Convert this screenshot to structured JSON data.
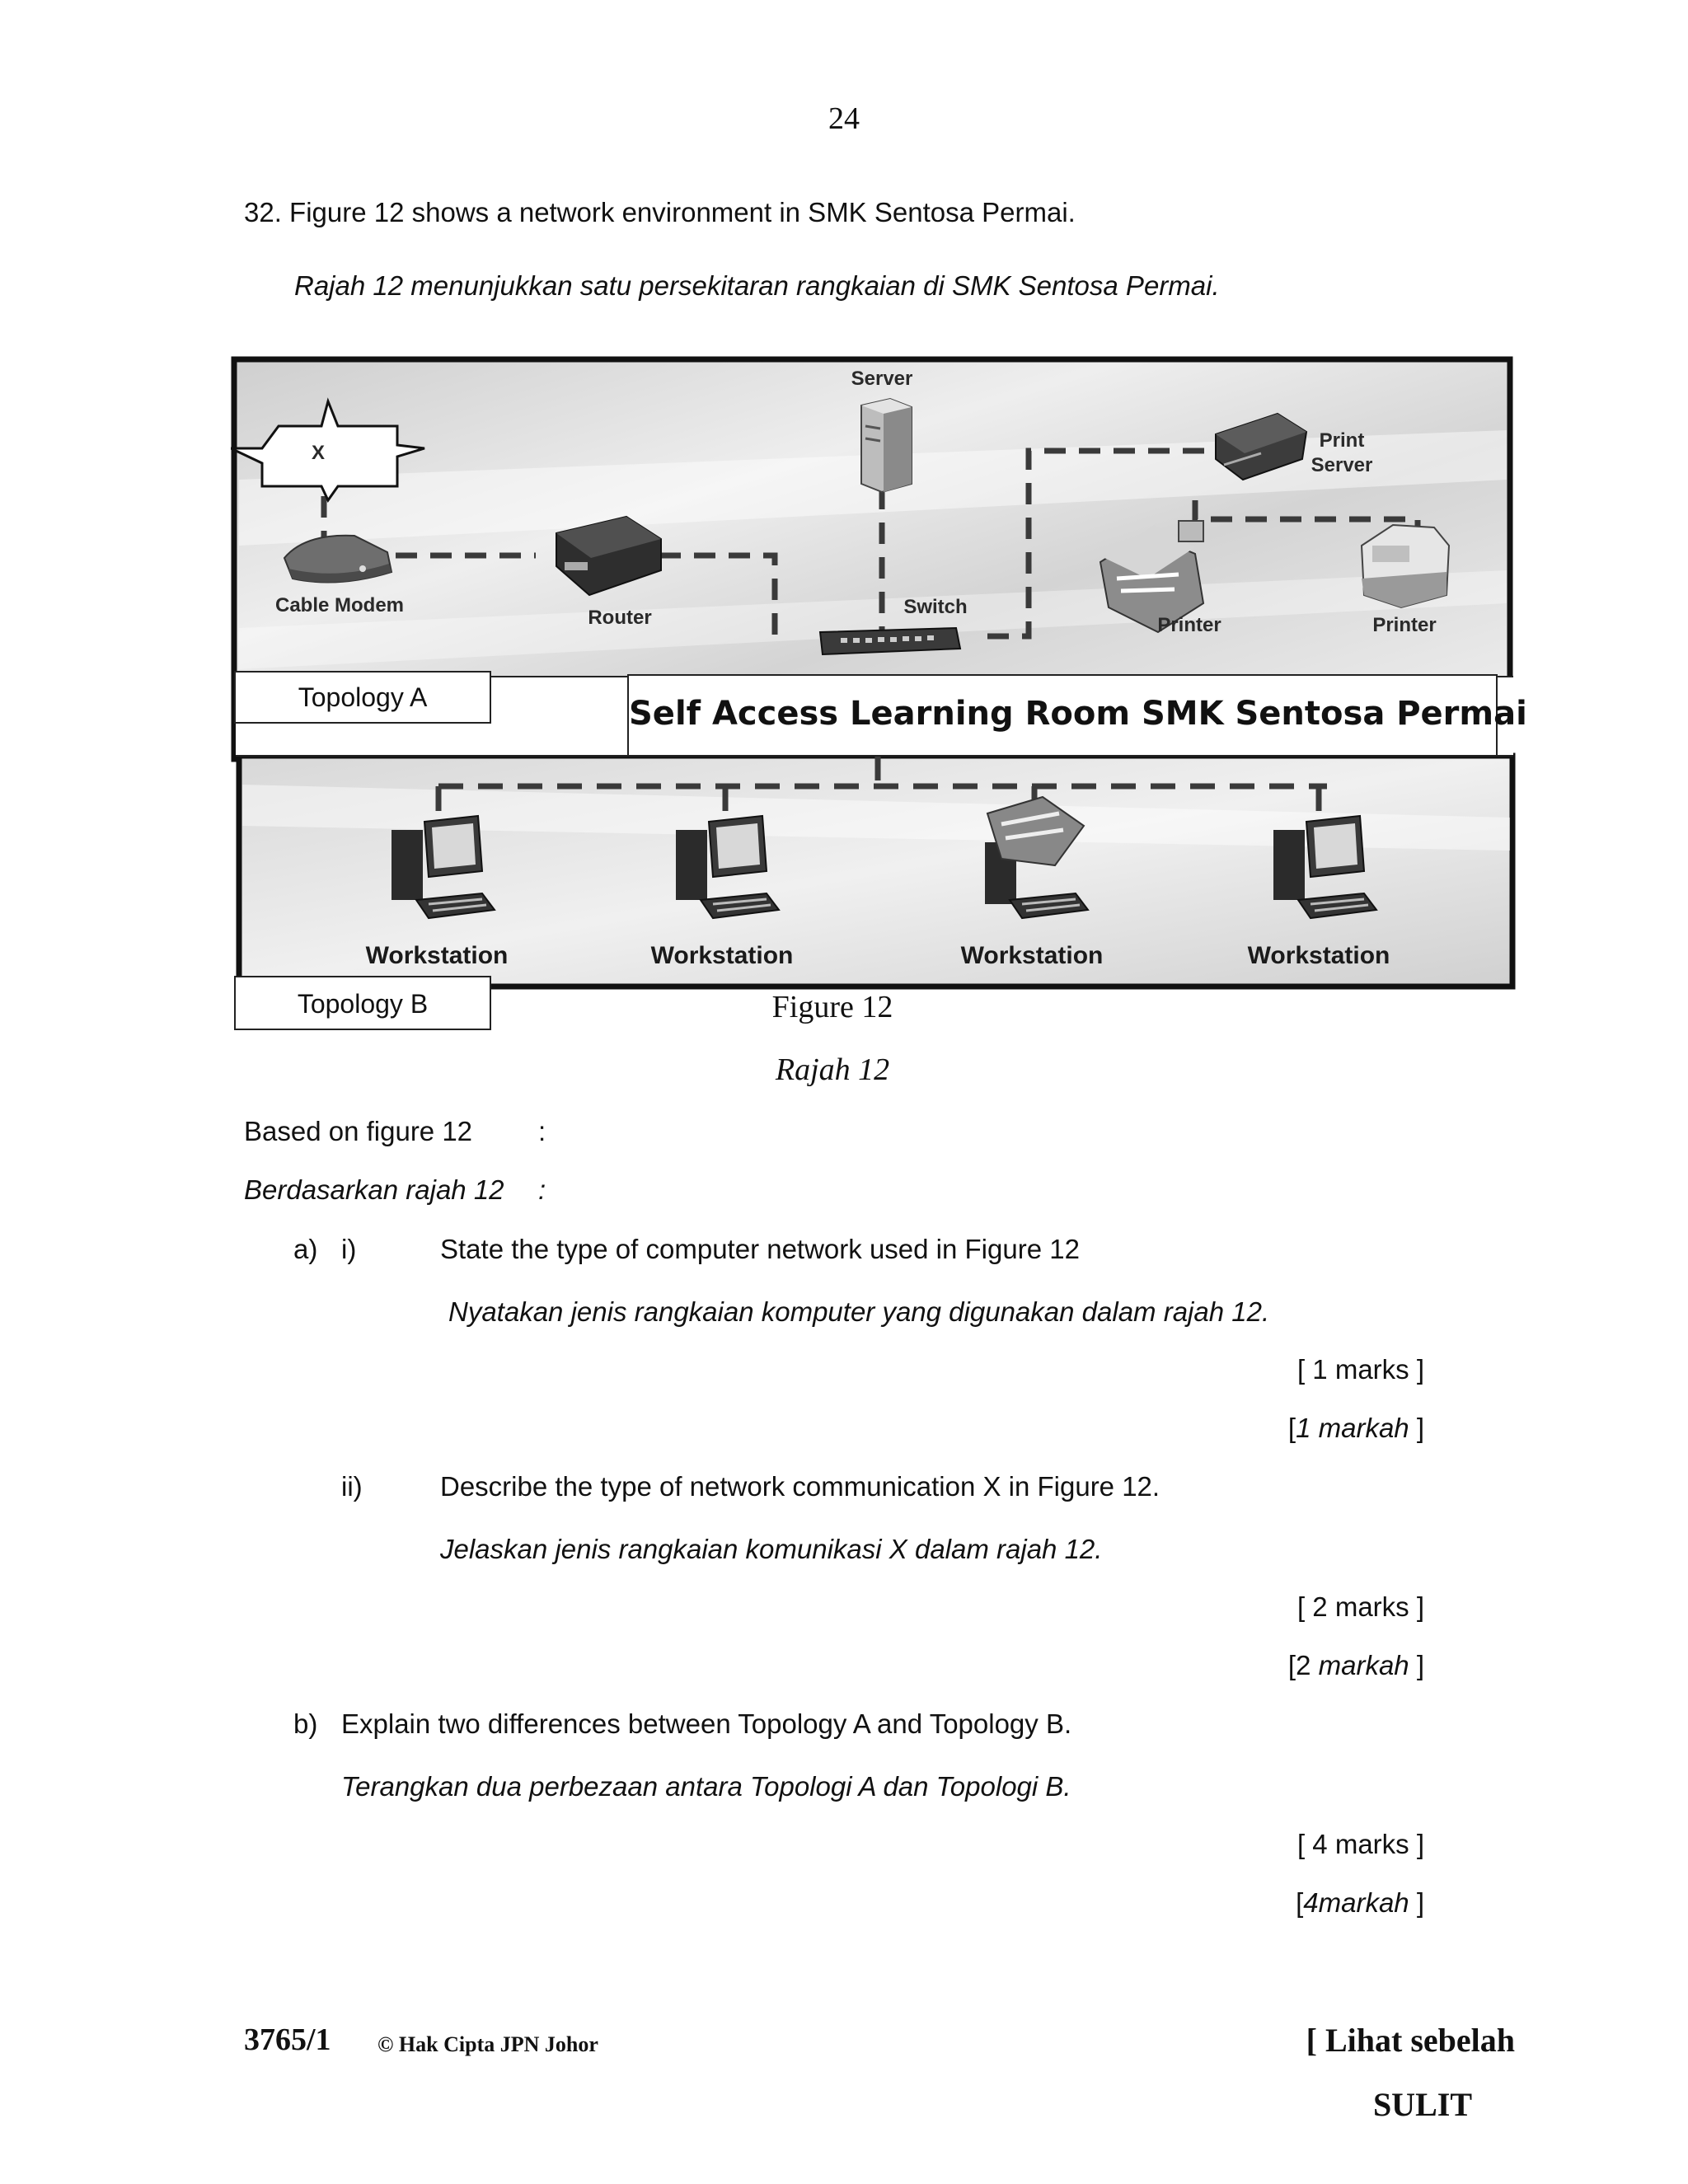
{
  "page_number": "24",
  "question": {
    "intro_en": "32. Figure 12 shows a network environment in SMK Sentosa Permai.",
    "intro_ms": "Rajah 12 menunjukkan satu persekitaran rangkaian di SMK Sentosa Permai."
  },
  "figure": {
    "x_label": "X",
    "server": "Server",
    "print_server": [
      "Print",
      "Server"
    ],
    "cable_modem": "Cable Modem",
    "router": "Router",
    "switch": "Switch",
    "printer_1": "Printer",
    "printer_2": "Printer",
    "topology_a": "Topology A",
    "topology_b": "Topology B",
    "room_title": "Self Access Learning Room SMK Sentosa Permai",
    "workstations": [
      "Workstation",
      "Workstation",
      "Workstation",
      "Workstation"
    ],
    "caption_en": "Figure 12",
    "caption_ms": "Rajah 12"
  },
  "based_on": {
    "en": "Based on figure 12",
    "ms": "Berdasarkan rajah 12",
    "colon": ":"
  },
  "part_a": {
    "label": "a)",
    "i": {
      "num": "i)",
      "en": "State the type of computer network used in Figure 12",
      "ms": "Nyatakan jenis rangkaian komputer yang digunakan dalam rajah 12.",
      "marks_en": "[ 1 marks ]",
      "marks_ms_open": "[",
      "marks_ms_num": "1 markah",
      "marks_ms_close": " ]"
    },
    "ii": {
      "num": "ii)",
      "en": "Describe the type of network communication X in Figure 12.",
      "ms": "Jelaskan jenis rangkaian komunikasi X dalam rajah 12.",
      "marks_en": "[ 2 marks ]",
      "marks_ms_open": "[2 ",
      "marks_ms_num": "markah",
      "marks_ms_close": " ]"
    }
  },
  "part_b": {
    "label": "b)",
    "en": "Explain two differences between Topology A and Topology B.",
    "ms": "Terangkan dua perbezaan antara Topologi A dan Topologi B.",
    "marks_en": "[ 4 marks ]",
    "marks_ms_open": "[",
    "marks_ms_num": "4markah",
    "marks_ms_close": " ]"
  },
  "footer": {
    "code": "3765/1",
    "copyright": "© Hak Cipta JPN Johor",
    "next": "[ Lihat sebelah",
    "sulit": "SULIT"
  }
}
